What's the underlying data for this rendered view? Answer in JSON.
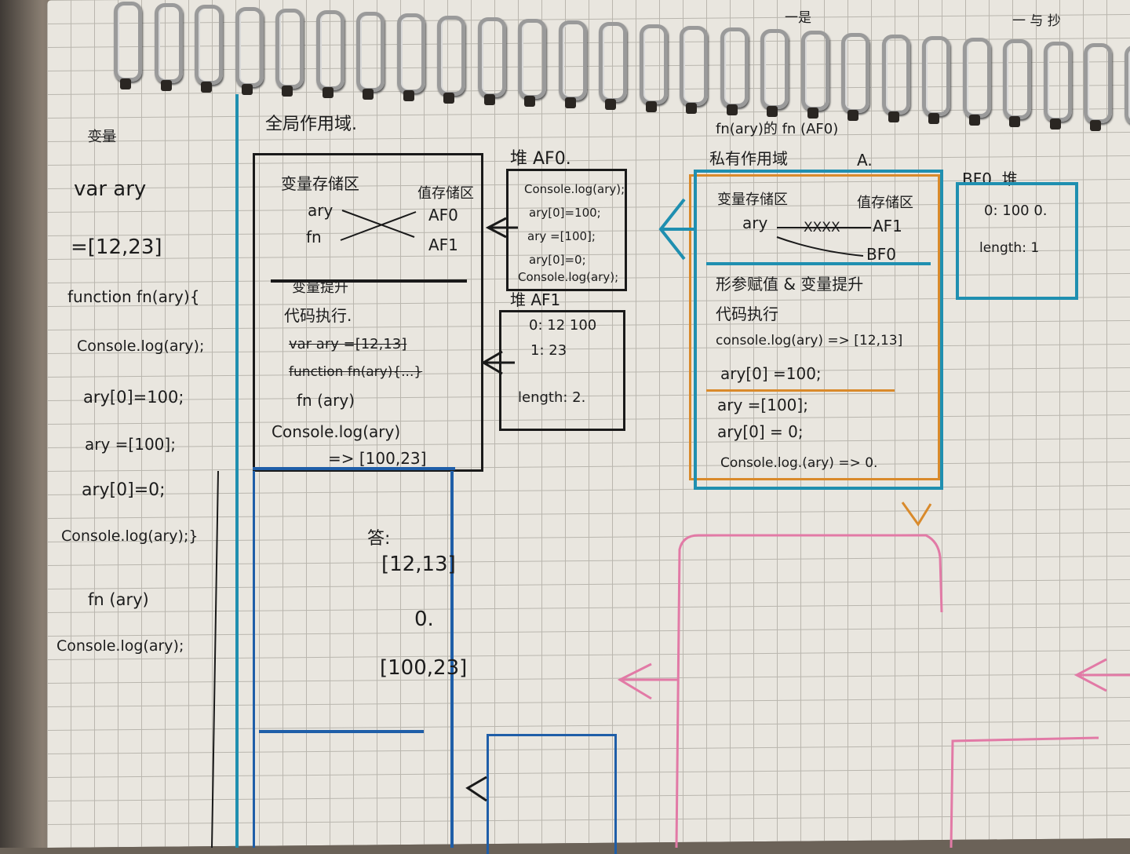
{
  "code_column": {
    "top_scribble": "变量",
    "lines": [
      "var ary",
      "=[12,23]",
      "function fn(ary){",
      "Console.log(ary);",
      "ary[0]=100;",
      "ary =[100];",
      "ary[0]=0;",
      "Console.log(ary);}",
      "fn (ary)",
      "Console.log(ary);"
    ]
  },
  "global_scope": {
    "title": "全局作用域.",
    "var_store_title": "变量存储区",
    "value_store_title": "值存储区",
    "vars": [
      "ary",
      "fn"
    ],
    "values": [
      "AF0",
      "AF1"
    ],
    "hoist_title": "变量提升",
    "exec_title": "代码执行.",
    "exec_lines": [
      "var ary =[12,13]",
      "function fn(ary){...}",
      "fn (ary)",
      "Console.log(ary)",
      "=> [100,23]"
    ],
    "answer_label": "答:",
    "answers": [
      "[12,13]",
      "0.",
      "[100,23]"
    ]
  },
  "heap_af0": {
    "title": "堆 AF0.",
    "lines": [
      "Console.log(ary);",
      "ary[0]=100;",
      "ary =[100];",
      "ary[0]=0;",
      "Console.log(ary);"
    ]
  },
  "heap_af1": {
    "title": "堆 AF1",
    "lines": [
      "0: 12 100",
      "1: 23",
      "length: 2."
    ]
  },
  "private_scope": {
    "header": "fn(ary)的 fn (AF0)",
    "title": "私有作用域",
    "label_a": "A.",
    "var_store_title": "变量存储区",
    "value_store_title": "值存储区",
    "var": "ary",
    "old_value": "XXXX",
    "values": [
      "AF1",
      "BF0"
    ],
    "hoist_title": "形参赋值 & 变量提升",
    "exec_title": "代码执行",
    "exec_lines": [
      "console.log(ary) => [12,13]",
      "ary[0] =100;",
      "ary =[100];",
      "ary[0] = 0;",
      "Console.log.(ary) => 0."
    ]
  },
  "heap_bf0": {
    "title": "BF0. 堆.",
    "lines": [
      "0: 100 0.",
      "length: 1"
    ]
  },
  "top_scribbles": [
    "一是",
    "一 与 抄"
  ],
  "colors": {
    "ink": "#1c1c1c",
    "blue_pen": "#1f5ea8",
    "cyan_pen": "#1f8fb0",
    "pink_pen": "#e27aa6",
    "orange_pen": "#d98a2b",
    "paper": "#e9e6df"
  }
}
